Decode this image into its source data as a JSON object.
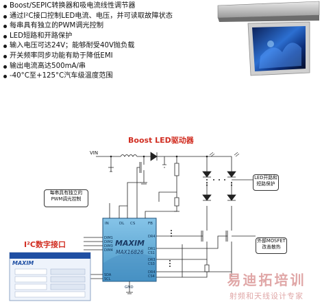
{
  "features": {
    "items": [
      {
        "text": "Boost/SEPIC转换器和吸电流线性调节器"
      },
      {
        "text": "通过I²C接口控制LED电流、电压，并可读取故障状态"
      },
      {
        "text": "每串具有独立的PWM调光控制"
      },
      {
        "text": "LED短路和开路保护"
      },
      {
        "text": "输入电压可达24V；能够耐受40V抛负载"
      },
      {
        "text": "开关频率同步功能有助于降低EMI"
      },
      {
        "text": "输出电流高达500mA/串"
      },
      {
        "text": "-40°C至+125°C汽车级温度范围"
      }
    ]
  },
  "diagram": {
    "title": "Boost LED驱动器",
    "i2c_title": "I²C数字接口",
    "vin_label": "VIN",
    "chip": {
      "brand": "MAXIM",
      "part": "MAX16826",
      "top_pins": [
        "IN",
        "DL",
        "CS",
        "FB"
      ],
      "left_pins": [
        "DIM1",
        "DIM2",
        "DIM3",
        "DIM4"
      ],
      "i2c_pins": [
        "SDA",
        "SCL"
      ],
      "right_pins": [
        "DR4",
        "DR1",
        "CS1",
        "DR3",
        "CS3",
        "DR4",
        "CS4"
      ],
      "gnd": "GND"
    },
    "callouts": {
      "led_protect": "LED开路和短路保护",
      "pwm_dim": "每串具有独立的PWM调光控制",
      "mosfet": "外部MOSFET改善散热"
    },
    "software": {
      "brand": "MAXIM"
    }
  },
  "watermark": {
    "line1": "易迪拓培训",
    "line2": "射频和天线设计专家"
  },
  "colors": {
    "accent": "#d12d21",
    "chip_blue": "#6fb3db",
    "chip_dark": "#1a3a64"
  }
}
